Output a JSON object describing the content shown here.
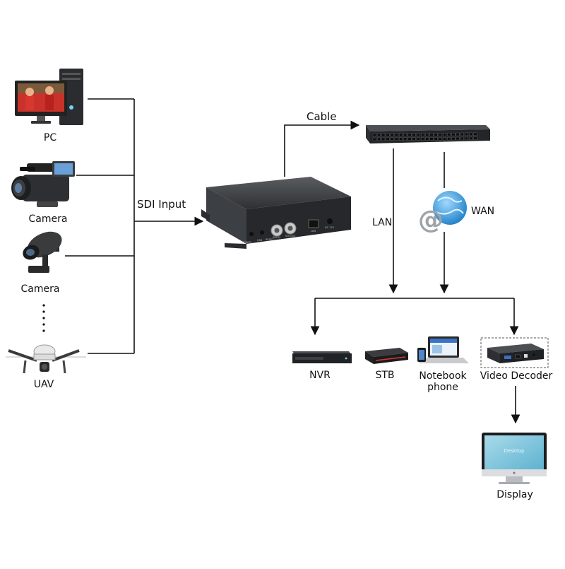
{
  "sources": {
    "pc": "PC",
    "camera_1": "Camera",
    "camera_2": "Camera",
    "uav": "UAV"
  },
  "links": {
    "sdi_input": "SDI Input",
    "cable": "Cable",
    "lan": "LAN",
    "wan": "WAN"
  },
  "outputs": {
    "nvr": "NVR",
    "stb": "STB",
    "notebook_phone": "Notebook\nphone",
    "video_decoder": "Video Decoder",
    "display": "Display"
  },
  "device_marks": {
    "encoder_ports": [
      "POWER",
      "USB",
      "RESET",
      "SDI IN",
      "SDI OUT",
      "LAN",
      "DC 12V"
    ],
    "display_screen": "Desktop"
  },
  "colors": {
    "line": "#111111",
    "device_dark": "#2b2d30",
    "device_mid": "#45484c",
    "wan_globe": "#2f9be0",
    "screen_blue": "#79c4dc"
  }
}
